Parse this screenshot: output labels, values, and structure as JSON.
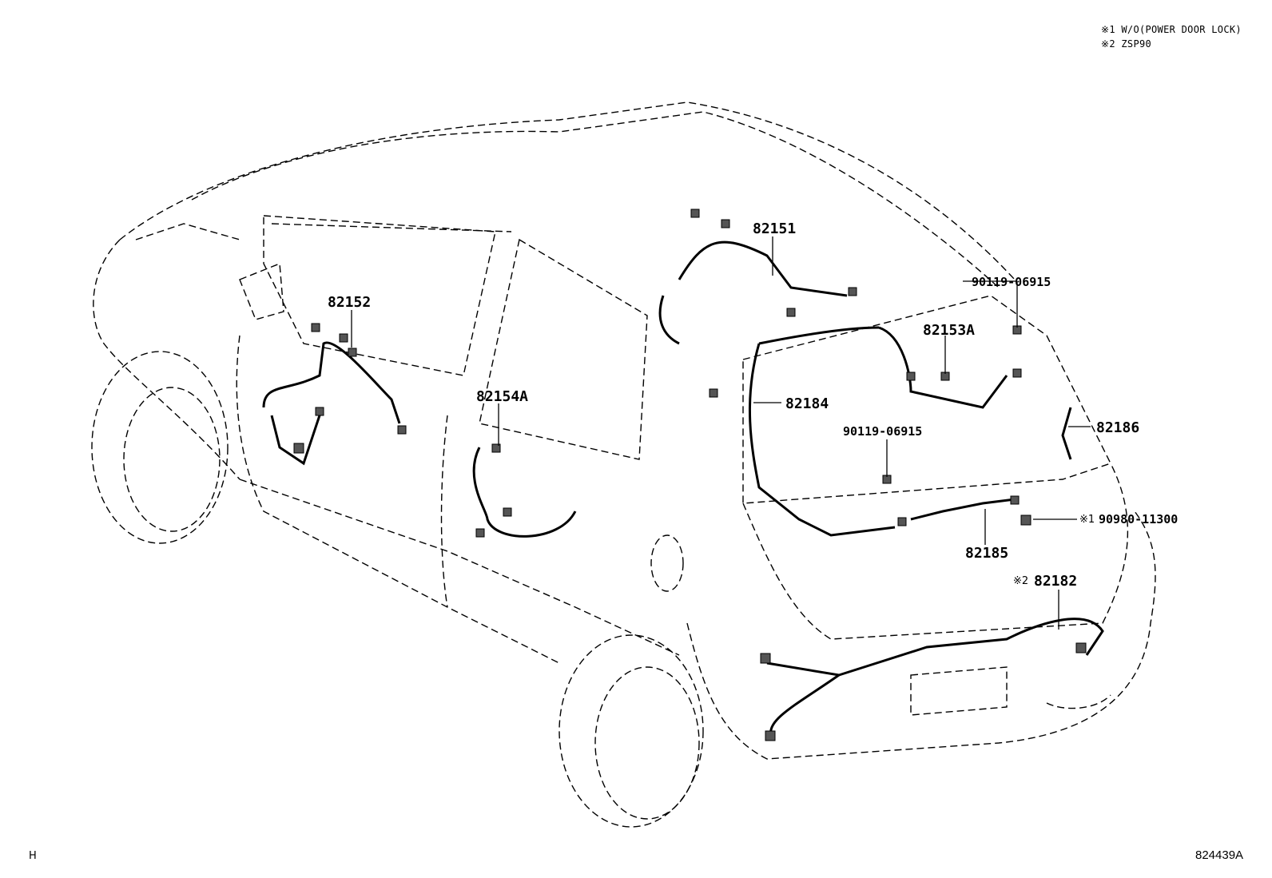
{
  "notes": [
    "※1 W/O(POWER DOOR LOCK)",
    "※2 ZSP90"
  ],
  "callouts": {
    "p82151": "82151",
    "p82152": "82152",
    "p82153A": "82153A",
    "p82154A": "82154A",
    "p82184": "82184",
    "p82186": "82186",
    "p82185": "82185",
    "p82182": "82182",
    "p82182_mark": "※2",
    "p90119_top": "90119-06915",
    "p90119_mid": "90119-06915",
    "p90980": "90980-11300",
    "p90980_mark": "※1"
  },
  "footer": {
    "left": "H",
    "right": "824439A"
  }
}
